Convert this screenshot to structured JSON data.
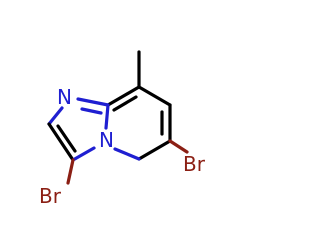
{
  "molecule": {
    "atoms": {
      "n_imine": {
        "text": "N",
        "color": "#1f1fd1"
      },
      "n_bridge": {
        "text": "N",
        "color": "#1f1fd1"
      },
      "br_left": {
        "text": "Br",
        "color": "#8b1f14"
      },
      "br_right": {
        "text": "Br",
        "color": "#8b1f14"
      }
    },
    "colors": {
      "carbon_bond": "#000000",
      "nitrogen": "#1f1fd1",
      "bromine": "#8b1f14",
      "background": "#ffffff"
    }
  }
}
